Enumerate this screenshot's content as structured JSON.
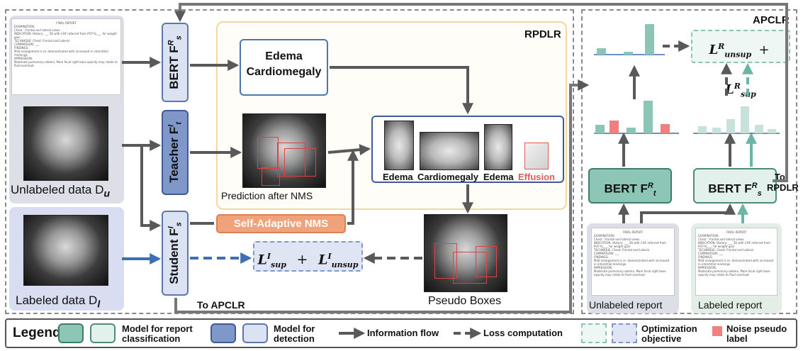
{
  "sections": {
    "rpdlr_title": "RPDLR",
    "apclr_title": "APCLR"
  },
  "models": {
    "bert_student_left": "BERT F",
    "bert_student_left_sup": "R",
    "bert_student_left_sub": "s",
    "teacher": "Teacher F",
    "teacher_sup": "I",
    "teacher_sub": "t",
    "student": "Student F",
    "student_sup": "I",
    "student_sub": "s",
    "bert_teacher_right": "BERT F",
    "bert_teacher_right_sup": "R",
    "bert_teacher_right_sub": "t",
    "bert_student_right": "BERT F",
    "bert_student_right_sup": "R",
    "bert_student_right_sub": "s"
  },
  "labels": {
    "unlabeled_data": "Unlabeled data D",
    "unlabeled_data_sub": "u",
    "labeled_data": "Labeled data D",
    "labeled_data_sub": "l",
    "edema_cardiomegaly_1": "Edema",
    "edema_cardiomegaly_2": "Cardiomegaly",
    "prediction_after_nms": "Prediction after NMS",
    "self_adaptive_nms": "Self-Adaptive NMS",
    "pseudo_boxes": "Pseudo Boxes",
    "to_apclr": "To APCLR",
    "to_rpdlr_1": "To",
    "to_rpdlr_2": "RPDLR",
    "unlabeled_report": "Unlabeled report",
    "labeled_report": "Labeled report"
  },
  "crops": [
    {
      "label": "Edema",
      "color": "#111111"
    },
    {
      "label": "Cardiomegaly",
      "color": "#111111"
    },
    {
      "label": "Edema",
      "color": "#111111"
    },
    {
      "label": "Effusion",
      "color": "#e05a5a"
    }
  ],
  "loss_detection": {
    "term1": "L",
    "term1_sup": "I",
    "term1_sub": "sup",
    "plus": "+",
    "term2": "L",
    "term2_sup": "I",
    "term2_sub": "unsup"
  },
  "loss_report": {
    "term1": "L",
    "term1_sup": "R",
    "term1_sub": "unsup",
    "plus": "+",
    "term2": "L",
    "term2_sup": "R",
    "term2_sub": "sup"
  },
  "legend": {
    "title": "Legend",
    "report_model": "Model for report classification",
    "detection_model": "Model for detection",
    "info_flow": "Information flow",
    "loss_comp": "Loss computation",
    "opt_objective": "Optimization objective",
    "noise_label": "Noise pseudo label"
  },
  "report_doc": {
    "title": "FINAL REPORT",
    "line1": "EXAMINATION:",
    "line2": "Chest : Frontal and lateral views",
    "line3": "INDICATION: History: ___ 56 with CHF referred from PCP fo___, for weight gain",
    "line4": "TECHNIQUE: Chest: Frontal and Lateral",
    "line5": "COMPARISON: ___",
    "line6": "FINDINGS:",
    "line7": "Mild enlargement is re- demonstrated with increased in interstitial markings.",
    "line8": "IMPRESSION:",
    "line9": "Moderate pulmonary edema. More focal right base opacity may relate to fluid overload."
  },
  "colors": {
    "teal_bar": "#8cc5b6",
    "noise_bar": "#f08080",
    "arrow_gray": "#595959",
    "arrow_blue": "#3f6fb3",
    "arrow_teal": "#6ab5a3",
    "nms_orange": "#f0a37a"
  }
}
